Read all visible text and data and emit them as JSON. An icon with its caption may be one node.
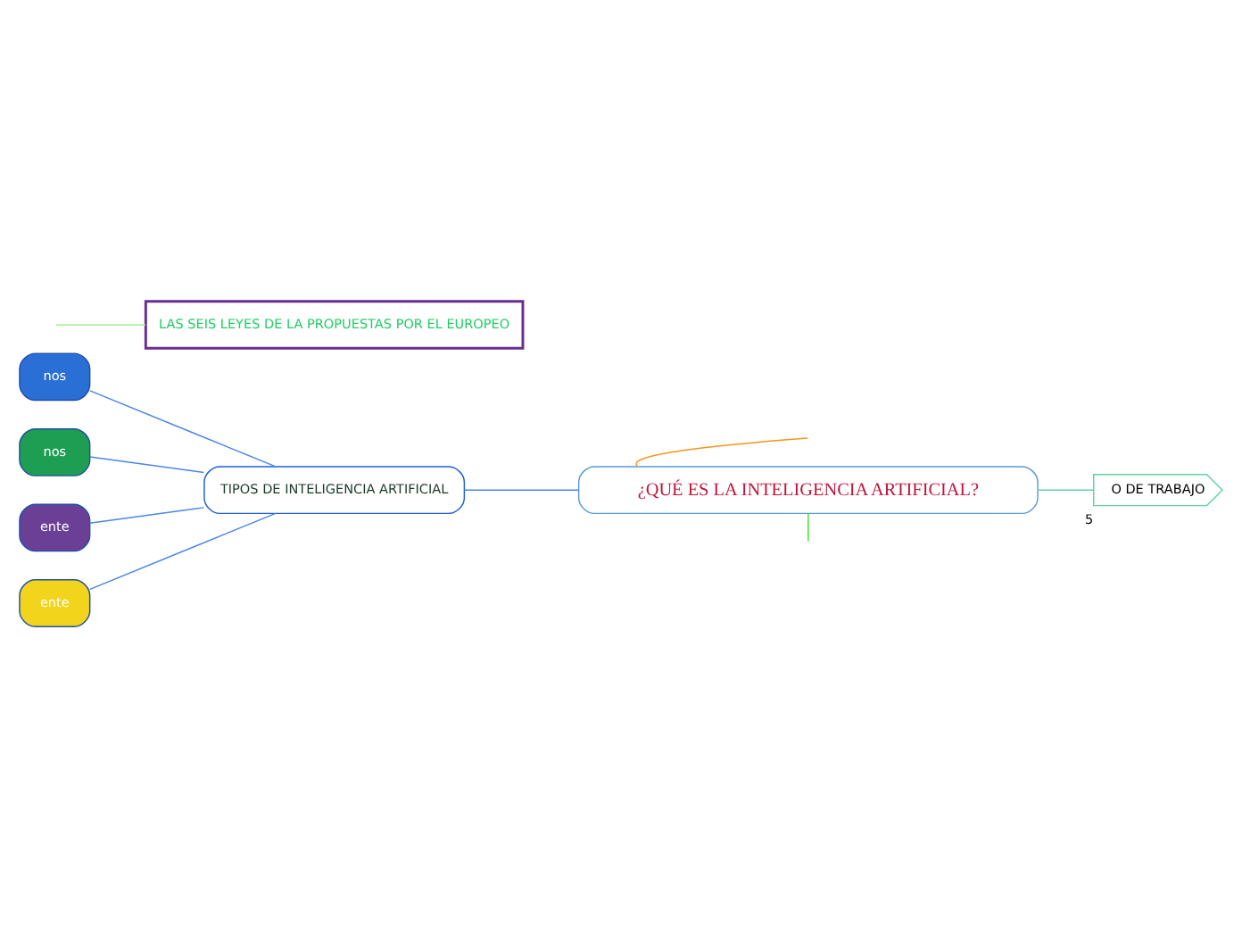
{
  "diagram": {
    "nodes": [
      {
        "text": [
          "¿QUÉ ES LA INTELIGENCIA ARTIFICIAL?"
        ]
      },
      {
        "text": [
          "TIPOS DE INTELIGENCIA ARTIFICIAL"
        ]
      },
      {
        "text": [
          "nos"
        ]
      },
      {
        "text": [
          "nos"
        ]
      },
      {
        "text": [
          "ente"
        ]
      },
      {
        "text": [
          "ente"
        ]
      },
      {
        "text": [
          "O DE TRABAJO"
        ],
        "beside": [
          "5"
        ]
      },
      {
        "text": [
          "LAS SEIS LEYES DE LA PROPUESTAS POR EL EUROPEO"
        ]
      }
    ],
    "edges": [
      {
        "from": 0,
        "to": null,
        "arrow": "none",
        "color": "#f7941d"
      },
      {
        "from": 0,
        "to": 1,
        "arrow": "none"
      },
      {
        "from": 1,
        "to": 2,
        "arrow": "none"
      },
      {
        "from": 1,
        "to": 3,
        "arrow": "none"
      },
      {
        "from": 1,
        "to": 4,
        "arrow": "none"
      },
      {
        "from": 1,
        "to": 5,
        "arrow": "none"
      },
      {
        "from": 0,
        "to": 6,
        "arrow": "none",
        "color": "#5fd3a0"
      },
      {
        "from": 0,
        "to": null,
        "arrow": "none",
        "color": "#44e02a"
      },
      {
        "from": null,
        "to": 7,
        "arrow": "none",
        "color": "#a8ef8f"
      }
    ]
  }
}
